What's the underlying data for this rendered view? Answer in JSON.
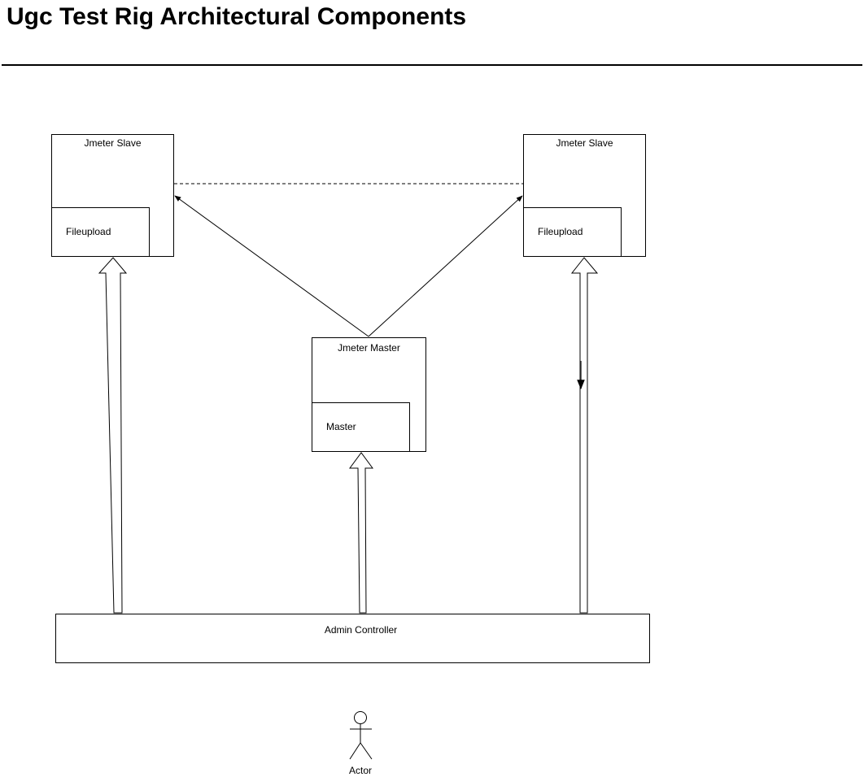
{
  "page": {
    "title": "Ugc Test Rig Architectural Components"
  },
  "nodes": {
    "slave_left": {
      "title": "Jmeter Slave",
      "sub_label": "Fileupload"
    },
    "slave_right": {
      "title": "Jmeter Slave",
      "sub_label": "Fileupload"
    },
    "master": {
      "title": "Jmeter Master",
      "sub_label": "Master"
    },
    "admin": {
      "title": "Admin Controller"
    }
  },
  "actor": {
    "label": "Actor"
  },
  "colors": {
    "line": "#000000",
    "background": "#ffffff"
  }
}
